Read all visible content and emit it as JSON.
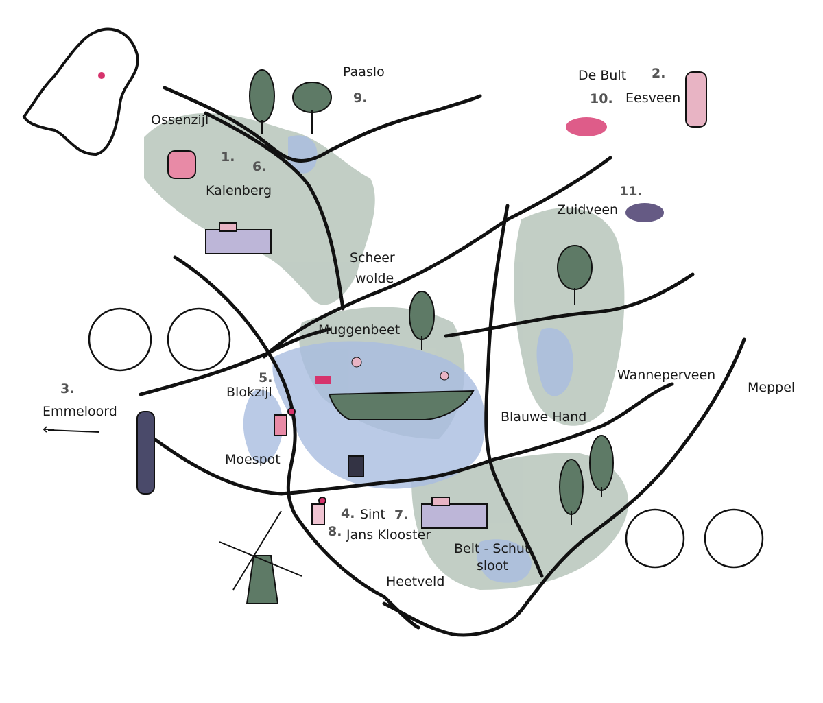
{
  "places": {
    "paaslo": "Paaslo",
    "de_bult": "De Bult",
    "eesveen": "Eesveen",
    "ossenzijl": "Ossenzijl",
    "kalenberg": "Kalenberg",
    "zuidveen": "Zuidveen",
    "scheerwolde_1": "Scheer",
    "scheerwolde_2": "wolde",
    "muggenbeet": "Muggenbeet",
    "blokzijl": "Blokzijl",
    "emmeloord": "Emmeloord",
    "wanneperveen": "Wanneperveen",
    "meppel": "Meppel",
    "blauwe_hand": "Blauwe Hand",
    "moespot": "Moespot",
    "sint": "Sint",
    "jans_klooster": "Jans Klooster",
    "belt_schutsloot_1": "Belt - Schut",
    "belt_schutsloot_2": "sloot",
    "heetveld": "Heetveld"
  },
  "markers": {
    "m1": "1.",
    "m2": "2.",
    "m3": "3.",
    "m4": "4.",
    "m5": "5.",
    "m6": "6.",
    "m7": "7.",
    "m8": "8.",
    "m9": "9.",
    "m10": "10.",
    "m11": "11."
  },
  "emmeloord_arrow": "←",
  "colors": {
    "water": "#a9bde0",
    "land": "#8fa596",
    "tree": "#5e7a66",
    "accent": "#d6336c",
    "pink": "#e8b4c4",
    "lavender": "#bdb6d8"
  }
}
